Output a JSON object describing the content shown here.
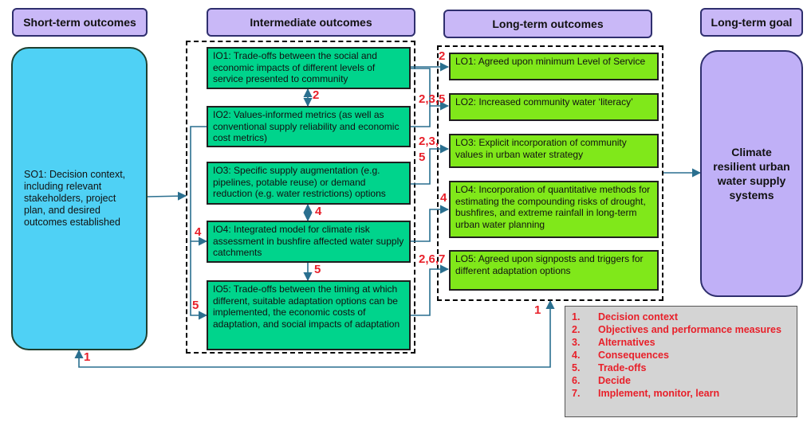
{
  "headers": {
    "short_term": "Short-term outcomes",
    "intermediate": "Intermediate outcomes",
    "long_term": "Long-term outcomes",
    "goal": "Long-term goal"
  },
  "so1": "SO1: Decision context, including  relevant stakeholders, project plan, and desired outcomes established",
  "intermediate_outcomes": [
    "IO1: Trade-offs between the social and economic impacts of different levels of service presented to community",
    "IO2: Values-informed metrics (as well as conventional supply reliability and economic cost metrics)",
    "IO3: Specific supply augmentation (e.g. pipelines, potable reuse) or demand reduction (e.g. water restrictions)  options",
    "IO4: Integrated model for climate risk assessment in bushfire affected water supply catchments",
    "IO5: Trade-offs between the timing at which different, suitable adaptation options can be implemented, the economic costs of adaptation, and social impacts of adaptation"
  ],
  "long_term_outcomes": [
    "LO1: Agreed upon minimum Level of Service",
    "LO2: Increased community water ‘literacy’",
    "LO3: Explicit incorporation of community values in urban water strategy",
    "LO4: Incorporation of quantitative methods for estimating the compounding risks of drought, bushfires, and extreme rainfall in long-term urban water planning",
    "LO5: Agreed upon signposts and triggers for different adaptation options"
  ],
  "goal": "Climate resilient urban water supply systems",
  "step_labels": {
    "io1_io2": "2",
    "io3_io4": "4",
    "io4_io5": "5",
    "so_io4": "4",
    "so_io5": "5",
    "to_lo1": "2",
    "to_lo2": "2,3,5",
    "to_lo3_a": "2,3,",
    "to_lo3_b": "5",
    "to_lo4": "4",
    "to_lo5": "2,6,7",
    "feedback_so": "1",
    "feedback_lo": "1"
  },
  "legend": [
    {
      "n": "1.",
      "label": "Decision context"
    },
    {
      "n": "2.",
      "label": "Objectives and performance measures"
    },
    {
      "n": "3.",
      "label": "Alternatives"
    },
    {
      "n": "4.",
      "label": "Consequences"
    },
    {
      "n": "5.",
      "label": "Trade-offs"
    },
    {
      "n": "6.",
      "label": "Decide"
    },
    {
      "n": "7.",
      "label": "Implement, monitor, learn"
    }
  ],
  "colors": {
    "connector": "#2a6f8f",
    "step_number": "#e8202a",
    "header_fill": "#c9b8f7",
    "io_fill": "#00d48c",
    "lo_fill": "#80e81a",
    "so_fill": "#4fd1f5",
    "goal_fill": "#c0b0f7",
    "legend_fill": "#d4d4d4"
  }
}
